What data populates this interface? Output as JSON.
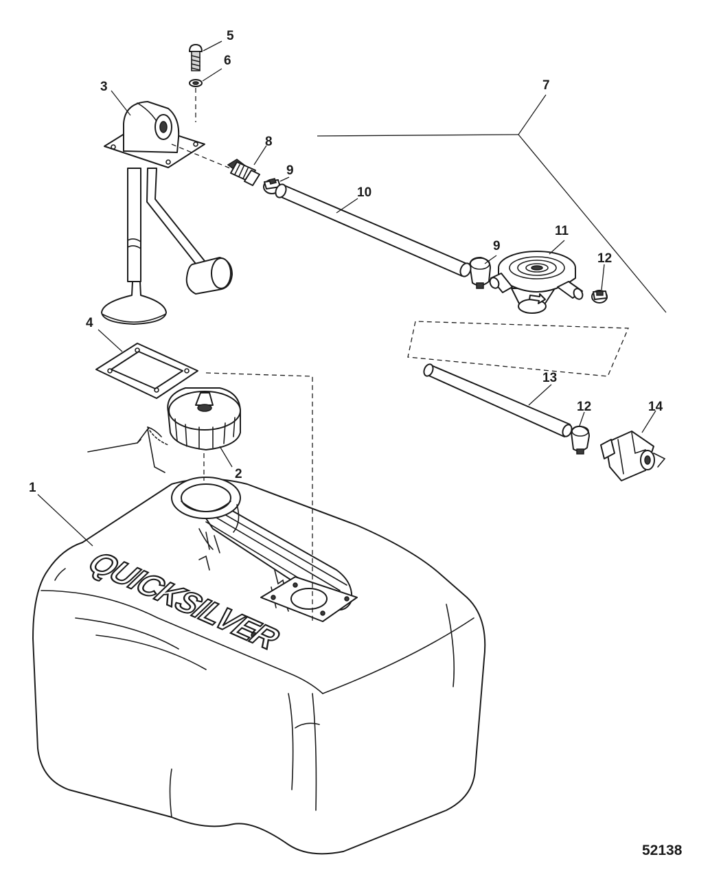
{
  "diagram": {
    "callouts": [
      {
        "id": "1",
        "label": "1"
      },
      {
        "id": "2",
        "label": "2"
      },
      {
        "id": "3",
        "label": "3"
      },
      {
        "id": "4",
        "label": "4"
      },
      {
        "id": "5",
        "label": "5"
      },
      {
        "id": "6",
        "label": "6"
      },
      {
        "id": "7",
        "label": "7"
      },
      {
        "id": "8",
        "label": "8"
      },
      {
        "id": "9a",
        "label": "9"
      },
      {
        "id": "9b",
        "label": "9"
      },
      {
        "id": "10",
        "label": "10"
      },
      {
        "id": "11",
        "label": "11"
      },
      {
        "id": "12a",
        "label": "12"
      },
      {
        "id": "12b",
        "label": "12"
      },
      {
        "id": "13",
        "label": "13"
      },
      {
        "id": "14",
        "label": "14"
      }
    ],
    "tank_logo": "QUICKSILVER",
    "figure_ref": "52138"
  }
}
